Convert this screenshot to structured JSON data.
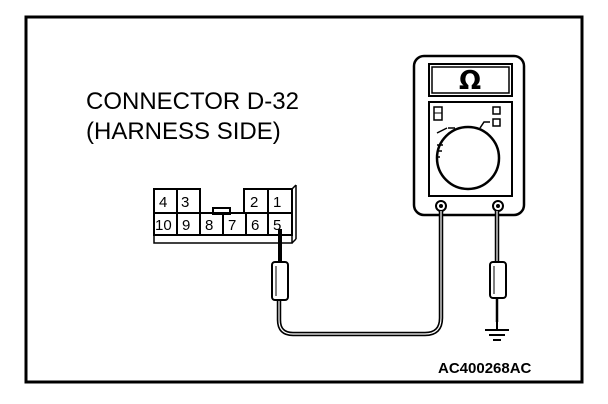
{
  "connector": {
    "title_line1": "CONNECTOR D-32",
    "title_line2": "(HARNESS SIDE)",
    "pins_top": [
      "4",
      "3",
      "2",
      "1"
    ],
    "pins_bottom": [
      "10",
      "9",
      "8",
      "7",
      "6",
      "5"
    ]
  },
  "meter": {
    "display_symbol": "Ω",
    "display_icon": "ohm-icon",
    "selector_icon": "dial-icon"
  },
  "ground_icon": "ground-icon",
  "figure_code": "AC400268AC",
  "colors": {
    "ink": "#000000",
    "background": "#ffffff"
  }
}
